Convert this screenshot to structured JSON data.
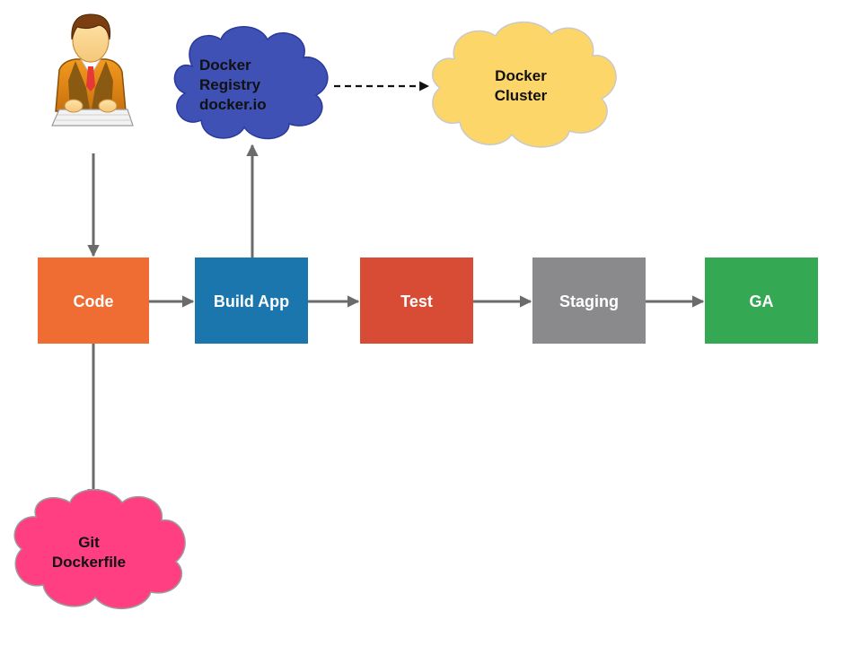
{
  "colors": {
    "background": "#ffffff",
    "arrow": "#6b6b6b",
    "dashed_arrow": "#111111",
    "code": "#ef6d32",
    "build": "#1a76ad",
    "test": "#d84c35",
    "staging": "#8a898c",
    "ga": "#34a853",
    "registry_cloud": "#3f51b5",
    "registry_outline": "#2a3a9a",
    "cluster_cloud": "#fdd66a",
    "cluster_outline": "#c9c9c9",
    "git_cloud": "#ff3f82",
    "git_outline": "#9c9c9c",
    "label_light": "#ffffff",
    "label_dark": "#111111"
  },
  "nodes": {
    "code": "Code",
    "build": "Build App",
    "test": "Test",
    "staging": "Staging",
    "ga": "GA"
  },
  "clouds": {
    "registry": [
      "Docker",
      "Registry",
      "docker.io"
    ],
    "cluster": [
      "Docker",
      "Cluster"
    ],
    "git": [
      "Git",
      "Dockerfile"
    ]
  },
  "icons": {
    "developer": "developer-at-keyboard-icon"
  }
}
